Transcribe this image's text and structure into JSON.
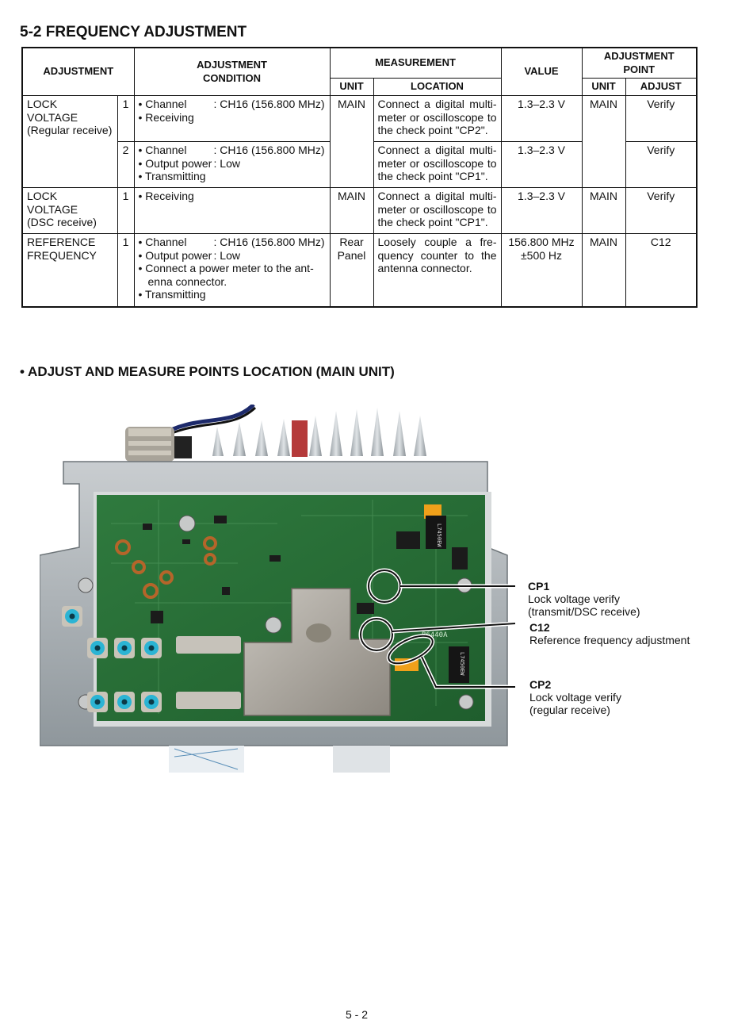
{
  "section_title": "5-2 FREQUENCY ADJUSTMENT",
  "table": {
    "headers": {
      "adjustment": "ADJUSTMENT",
      "condition": "ADJUSTMENT CONDITION",
      "measurement": "MEASUREMENT",
      "unit": "UNIT",
      "location": "LOCATION",
      "value": "VALUE",
      "adjustment_point": "ADJUSTMENT POINT",
      "ap_unit": "UNIT",
      "ap_adjust": "ADJUST"
    },
    "rows": [
      {
        "adjustment": [
          "LOCK",
          "VOLTAGE",
          "(Regular receive)"
        ],
        "step": "1",
        "condition": [
          "• Channel",
          ": CH16 (156.800 MHz)",
          "• Receiving"
        ],
        "unit": "MAIN",
        "location": "Connect a digital multi-meter or oscilloscope to the check point \"CP2\".",
        "value": "1.3–2.3 V",
        "ap_unit": "MAIN",
        "ap_adjust": "Verify"
      },
      {
        "step": "2",
        "condition": [
          "• Channel",
          ": CH16 (156.800 MHz)",
          "• Output power",
          ": Low",
          "• Transmitting"
        ],
        "location": "Connect a digital multi-meter or oscilloscope to the check point \"CP1\".",
        "value": "1.3–2.3 V",
        "ap_adjust": "Verify"
      },
      {
        "adjustment": [
          "LOCK",
          "VOLTAGE",
          "(DSC receive)"
        ],
        "step": "1",
        "condition": [
          "• Receiving"
        ],
        "unit": "MAIN",
        "location": "Connect a digital multi-meter or oscilloscope to the check point \"CP1\".",
        "value": "1.3–2.3 V",
        "ap_unit": "MAIN",
        "ap_adjust": "Verify"
      },
      {
        "adjustment": [
          "REFERENCE",
          "FREQUENCY"
        ],
        "step": "1",
        "condition": [
          "• Channel",
          ": CH16 (156.800 MHz)",
          "• Output power",
          ": Low",
          "• Connect a power meter to the ant-",
          "enna connector.",
          "• Transmitting"
        ],
        "unit": [
          "Rear",
          "Panel"
        ],
        "location": "Loosely couple a fre-quency counter to the antenna connector.",
        "value": [
          "156.800 MHz",
          "±500 Hz"
        ],
        "ap_unit": "MAIN",
        "ap_adjust": "C12"
      }
    ]
  },
  "photo_section_title": "• ADJUST AND MEASURE POINTS LOCATION (MAIN UNIT)",
  "callouts": {
    "cp1": {
      "label": "CP1",
      "desc1": "Lock voltage verify",
      "desc2": "(transmit/DSC receive)"
    },
    "c12": {
      "label": "C12",
      "desc1": "Reference frequency adjustment"
    },
    "cp2": {
      "label": "CP2",
      "desc1": "Lock voltage verify",
      "desc2": "(regular receive)"
    }
  },
  "photo_pcb_labels": {
    "label_a": "L7450EW",
    "label_b": "B6440A"
  },
  "page_number": "5 - 2"
}
